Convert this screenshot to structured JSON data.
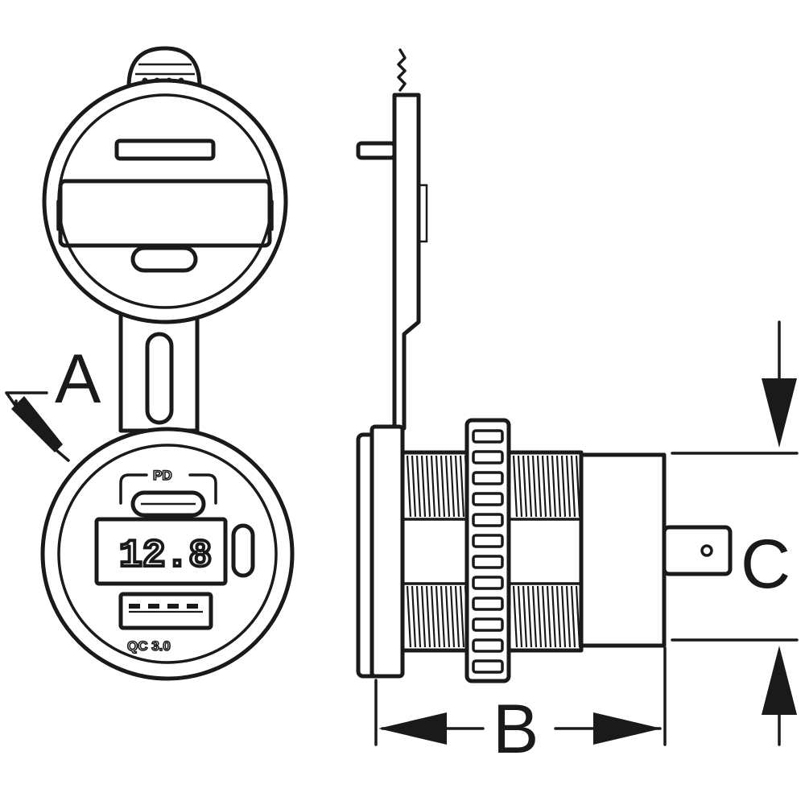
{
  "dimensions": {
    "a_label": "A",
    "b_label": "B",
    "c_label": "C"
  },
  "front_view": {
    "port_top_label": "PD",
    "display_main": "12.8",
    "port_bottom_label": "QC 3.0"
  },
  "colors": {
    "line": "#1a1a1a",
    "background": "#ffffff"
  }
}
